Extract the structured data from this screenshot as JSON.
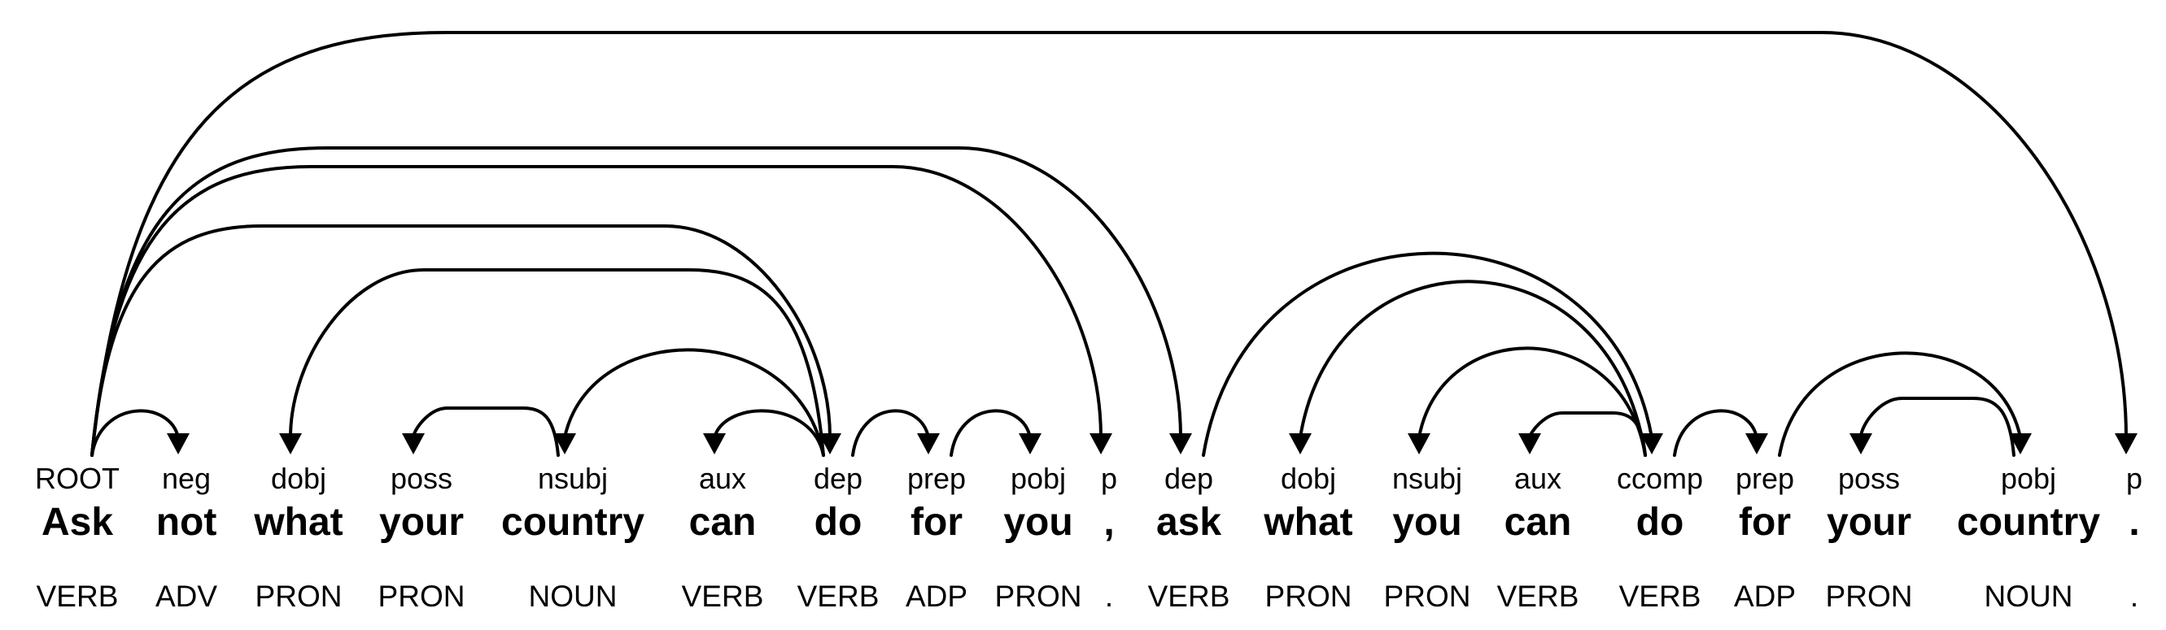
{
  "diagram": {
    "type": "dependency-parse",
    "sentence": "Ask not what your country can do for you , ask what you can do for your country .",
    "colors": {
      "foreground": "#000000",
      "background": "#ffffff"
    },
    "tokens": [
      {
        "word": "Ask",
        "dep": "ROOT",
        "pos": "VERB"
      },
      {
        "word": "not",
        "dep": "neg",
        "pos": "ADV"
      },
      {
        "word": "what",
        "dep": "dobj",
        "pos": "PRON"
      },
      {
        "word": "your",
        "dep": "poss",
        "pos": "PRON"
      },
      {
        "word": "country",
        "dep": "nsubj",
        "pos": "NOUN"
      },
      {
        "word": "can",
        "dep": "aux",
        "pos": "VERB"
      },
      {
        "word": "do",
        "dep": "dep",
        "pos": "VERB"
      },
      {
        "word": "for",
        "dep": "prep",
        "pos": "ADP"
      },
      {
        "word": "you",
        "dep": "pobj",
        "pos": "PRON"
      },
      {
        "word": ",",
        "dep": "p",
        "pos": "."
      },
      {
        "word": "ask",
        "dep": "dep",
        "pos": "VERB"
      },
      {
        "word": "what",
        "dep": "dobj",
        "pos": "PRON"
      },
      {
        "word": "you",
        "dep": "nsubj",
        "pos": "PRON"
      },
      {
        "word": "can",
        "dep": "aux",
        "pos": "VERB"
      },
      {
        "word": "do",
        "dep": "ccomp",
        "pos": "VERB"
      },
      {
        "word": "for",
        "dep": "prep",
        "pos": "ADP"
      },
      {
        "word": "your",
        "dep": "poss",
        "pos": "PRON"
      },
      {
        "word": "country",
        "dep": "pobj",
        "pos": "NOUN"
      },
      {
        "word": ".",
        "dep": "p",
        "pos": "."
      }
    ],
    "arcs": [
      {
        "head": 0,
        "dep": 1,
        "label": "neg"
      },
      {
        "head": 6,
        "dep": 2,
        "label": "dobj"
      },
      {
        "head": 4,
        "dep": 3,
        "label": "poss"
      },
      {
        "head": 6,
        "dep": 4,
        "label": "nsubj"
      },
      {
        "head": 6,
        "dep": 5,
        "label": "aux"
      },
      {
        "head": 0,
        "dep": 6,
        "label": "dep"
      },
      {
        "head": 6,
        "dep": 7,
        "label": "prep"
      },
      {
        "head": 7,
        "dep": 8,
        "label": "pobj"
      },
      {
        "head": 0,
        "dep": 9,
        "label": "p"
      },
      {
        "head": 0,
        "dep": 10,
        "label": "dep"
      },
      {
        "head": 14,
        "dep": 11,
        "label": "dobj"
      },
      {
        "head": 14,
        "dep": 12,
        "label": "nsubj"
      },
      {
        "head": 14,
        "dep": 13,
        "label": "aux"
      },
      {
        "head": 10,
        "dep": 14,
        "label": "ccomp"
      },
      {
        "head": 14,
        "dep": 15,
        "label": "prep"
      },
      {
        "head": 17,
        "dep": 16,
        "label": "poss"
      },
      {
        "head": 15,
        "dep": 17,
        "label": "pobj"
      },
      {
        "head": 0,
        "dep": 18,
        "label": "p"
      }
    ]
  }
}
